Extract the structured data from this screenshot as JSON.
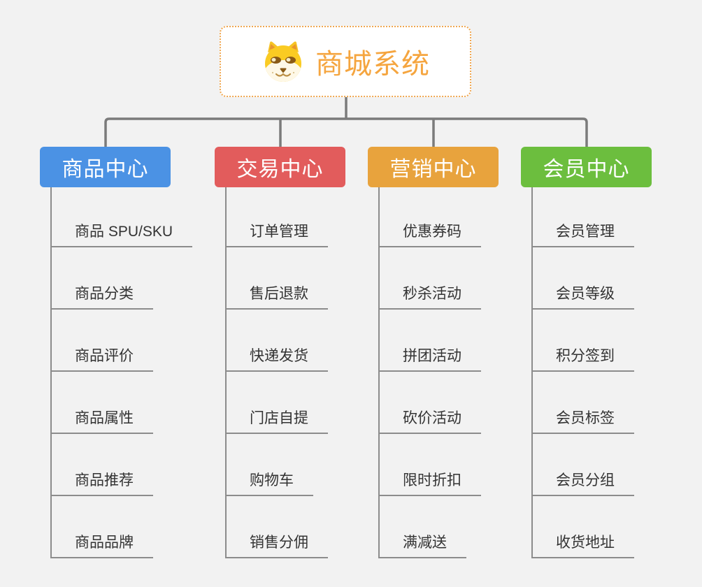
{
  "root": {
    "title": "商城系统",
    "icon": "doge-icon",
    "border_color": "#f0a750",
    "title_color": "#f5a53f",
    "background": "#ffffff"
  },
  "branches": [
    {
      "label": "商品中心",
      "color": "#4b92e4",
      "children": [
        "商品 SPU/SKU",
        "商品分类",
        "商品评价",
        "商品属性",
        "商品推荐",
        "商品品牌"
      ]
    },
    {
      "label": "交易中心",
      "color": "#e25c5c",
      "children": [
        "订单管理",
        "售后退款",
        "快递发货",
        "门店自提",
        "购物车",
        "销售分佣"
      ]
    },
    {
      "label": "营销中心",
      "color": "#e8a33d",
      "children": [
        "优惠券码",
        "秒杀活动",
        "拼团活动",
        "砍价活动",
        "限时折扣",
        "满减送"
      ]
    },
    {
      "label": "会员中心",
      "color": "#6cbe3e",
      "children": [
        "会员管理",
        "会员等级",
        "积分签到",
        "会员标签",
        "会员分组",
        "收货地址"
      ]
    }
  ],
  "colors": {
    "background": "#f2f2f2",
    "tree_connector": "#7b7b7b",
    "child_connector": "#8c8c8c",
    "child_text": "#333333",
    "branch_text": "#ffffff"
  }
}
